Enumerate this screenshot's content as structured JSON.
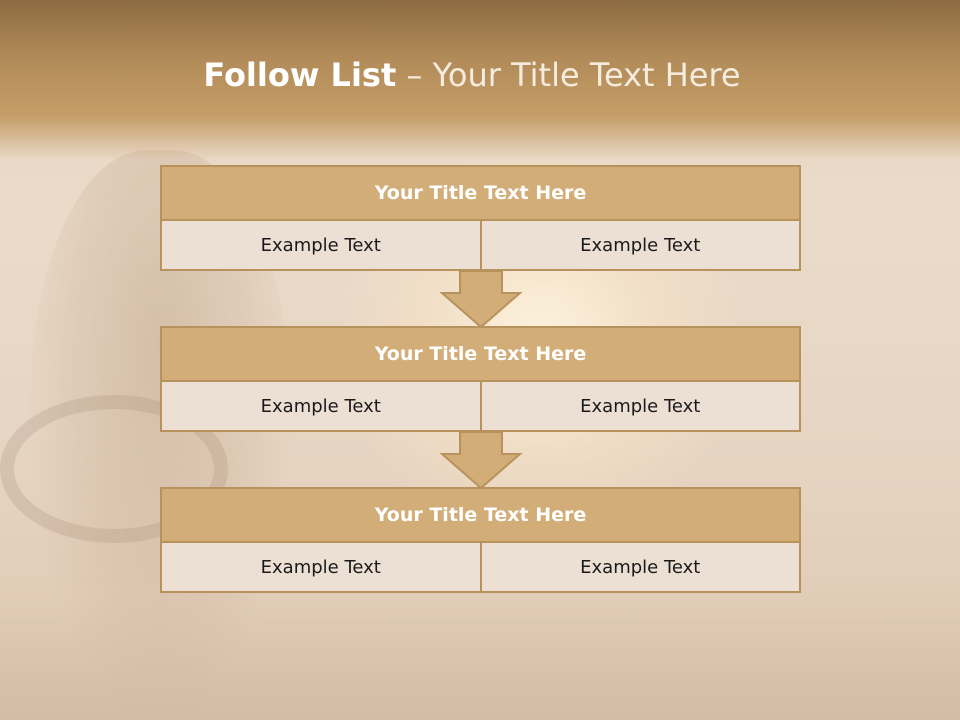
{
  "slide": {
    "title_bold": "Follow List",
    "title_dash": " – ",
    "title_rest": "Your Title Text Here"
  },
  "blocks": [
    {
      "title": "Your Title Text Here",
      "left": "Example Text",
      "right": "Example Text"
    },
    {
      "title": "Your Title Text Here",
      "left": "Example Text",
      "right": "Example Text"
    },
    {
      "title": "Your Title Text Here",
      "left": "Example Text",
      "right": "Example Text"
    }
  ],
  "colors": {
    "header_band": "#b08a58",
    "block_title_fill": "#d2ad78",
    "block_border": "#b7925c",
    "cell_fill": "#ecdfd3",
    "arrow_fill": "#d2ad78"
  }
}
